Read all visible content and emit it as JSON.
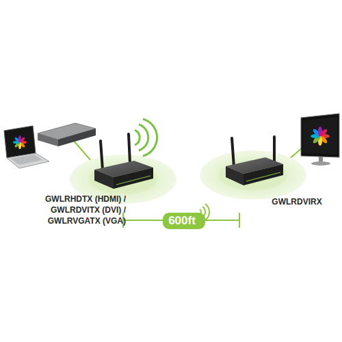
{
  "diagram": {
    "nodes": [
      {
        "text": [
          "GWLRHDTX (HDMI) / GWLRDVITX (DVI) / GWLRVGATX (VGA)"
        ]
      },
      {
        "text": [
          "GWLRDVIRX"
        ]
      }
    ],
    "labels": [
      "600ft"
    ]
  }
}
